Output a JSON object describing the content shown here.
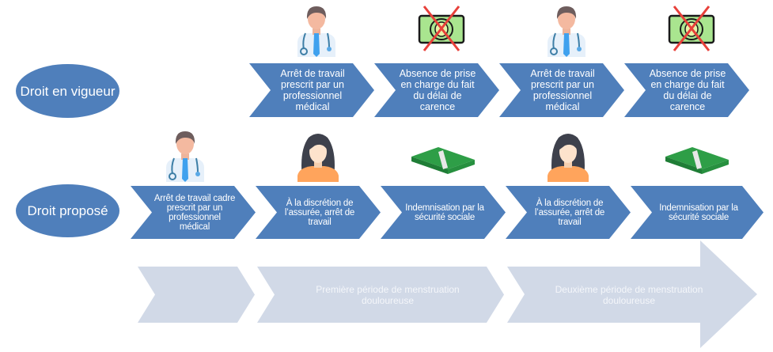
{
  "colors": {
    "blue": "#4f7fbb",
    "grey": "#d1d9e7",
    "red": "#e8403a"
  },
  "rows": {
    "current": {
      "label": "Droit en vigueur",
      "steps": [
        {
          "text": "Arrêt de travail prescrit par un professionnel médical",
          "icon": "doctor-icon"
        },
        {
          "text": "Absence de prise en charge du fait du délai de carence",
          "icon": "no-money-icon"
        },
        {
          "text": "Arrêt de travail prescrit par un professionnel médical",
          "icon": "doctor-icon"
        },
        {
          "text": "Absence de prise en charge du fait du délai de carence",
          "icon": "no-money-icon"
        }
      ]
    },
    "proposed": {
      "label": "Droit proposé",
      "steps": [
        {
          "text": "Arrêt de travail cadre prescrit par un professionnel médical",
          "icon": "doctor-icon"
        },
        {
          "text": "À la discrétion de l’assurée, arrêt de travail",
          "icon": "woman-icon"
        },
        {
          "text": "Indemnisation par la sécurité sociale",
          "icon": "money-icon"
        },
        {
          "text": "À la discrétion de l’assurée, arrêt de travail",
          "icon": "woman-icon"
        },
        {
          "text": "Indemnisation par la sécurité sociale",
          "icon": "money-icon"
        }
      ]
    }
  },
  "timeline": {
    "periods": [
      "",
      "Première période de menstruation douloureuse",
      "Deuxième période de menstruation douloureuse"
    ]
  }
}
